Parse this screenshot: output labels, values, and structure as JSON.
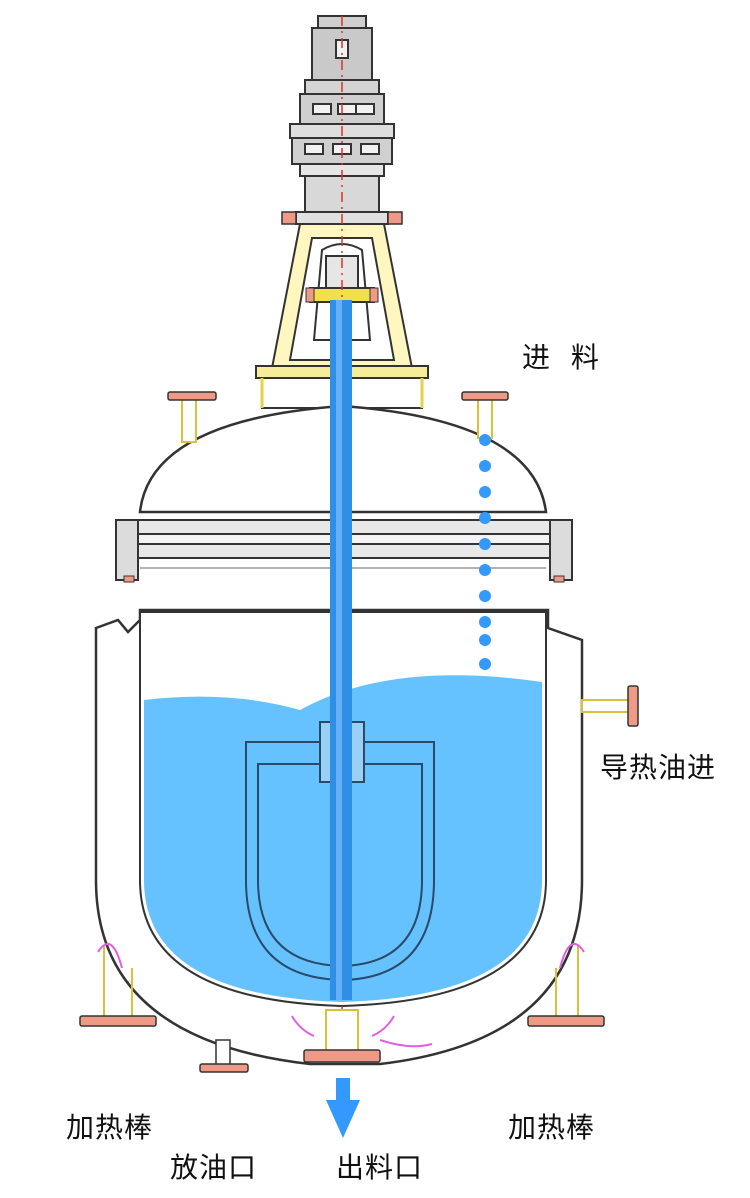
{
  "labels": {
    "feed_in": "进 料",
    "heat_oil_in": "导热油进",
    "heating_rod_left": "加热棒",
    "heating_rod_right": "加热棒",
    "oil_drain": "放油口",
    "discharge": "出料口"
  },
  "colors": {
    "liquid": "#66c2ff",
    "shaft": "#2f8fe6",
    "flange": "#ef9a86",
    "support": "#f0e14a",
    "outline": "#333333",
    "center_line": "#e03030",
    "drop": "#3399ff",
    "magenta": "#e060e0"
  }
}
